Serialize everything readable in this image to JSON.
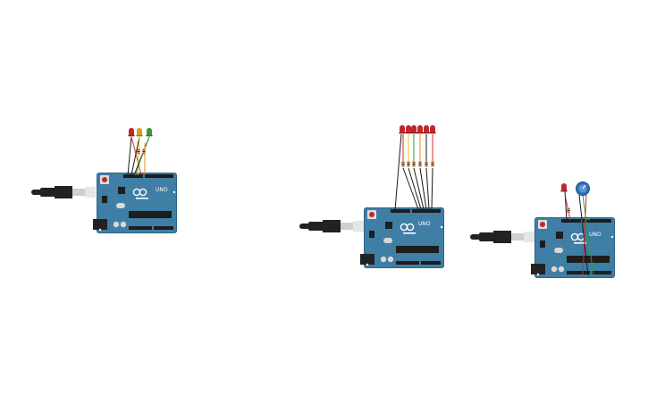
{
  "workspace": {
    "background": "#ffffff"
  },
  "board": {
    "color": "#3f7ea5",
    "logo_text": "UNO",
    "label_color": "#ffffff"
  },
  "colors": {
    "usb_cable": "#222222",
    "usb_plug": "#d9d9d9",
    "wire_black": "#1a1a1a",
    "wire_red": "#d42a2a",
    "wire_yellow": "#e8c21c",
    "wire_green": "#2e9e3c",
    "wire_orange": "#ef8a1d",
    "wire_blue": "#3d7bd9",
    "led_red": "#c0282c",
    "led_yellow": "#d6a418",
    "led_green": "#3b9a35",
    "resistor": "#c9a46d",
    "potentiometer": "#2b6fb8"
  },
  "circuits": [
    {
      "id": "traffic-light",
      "leds": [
        "red",
        "yellow",
        "green"
      ]
    },
    {
      "id": "led-bar",
      "leds": [
        "red",
        "red",
        "red",
        "red",
        "red",
        "red"
      ]
    },
    {
      "id": "pot-dimmer",
      "leds": [
        "red"
      ],
      "has_potentiometer": true
    }
  ]
}
